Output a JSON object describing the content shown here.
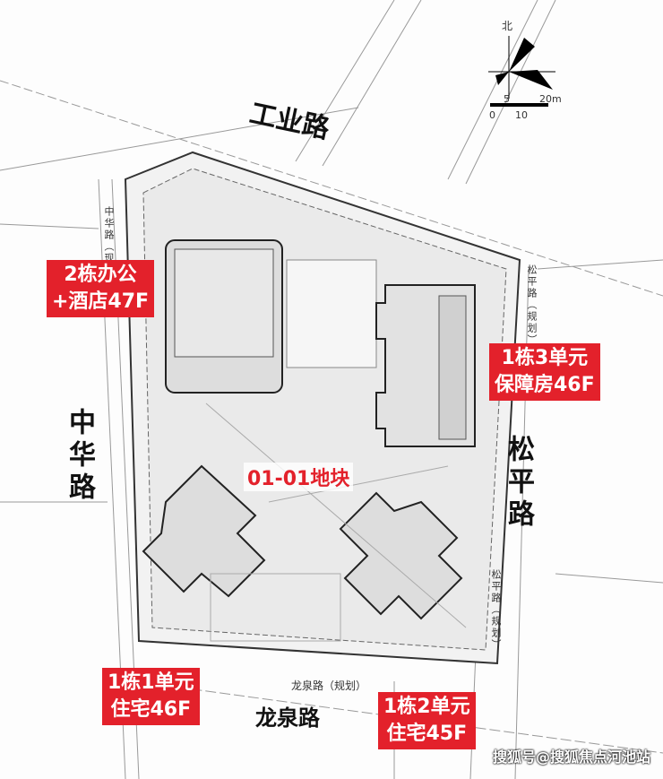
{
  "compass": {
    "north": "北",
    "scale_ticks": [
      "0",
      "5",
      "10",
      "20m"
    ]
  },
  "roads": {
    "north": "工业路",
    "west": "中华路",
    "west_small": "中华路（现状）",
    "east": "松平路",
    "east_small": "松平路（规划）",
    "south": "龙泉路",
    "south_small": "龙泉路（规划）"
  },
  "block_label": "01-01地块",
  "buildings": [
    {
      "line1": "2栋办公",
      "line2": "+酒店47F"
    },
    {
      "line1": "1栋3单元",
      "line2": "保障房46F"
    },
    {
      "line1": "1栋1单元",
      "line2": "住宅46F"
    },
    {
      "line1": "1栋2单元",
      "line2": "住宅45F"
    }
  ],
  "watermark": "搜狐号@搜狐焦点河池站",
  "colors": {
    "label_bg": "#e3212b",
    "label_text": "#ffffff"
  }
}
